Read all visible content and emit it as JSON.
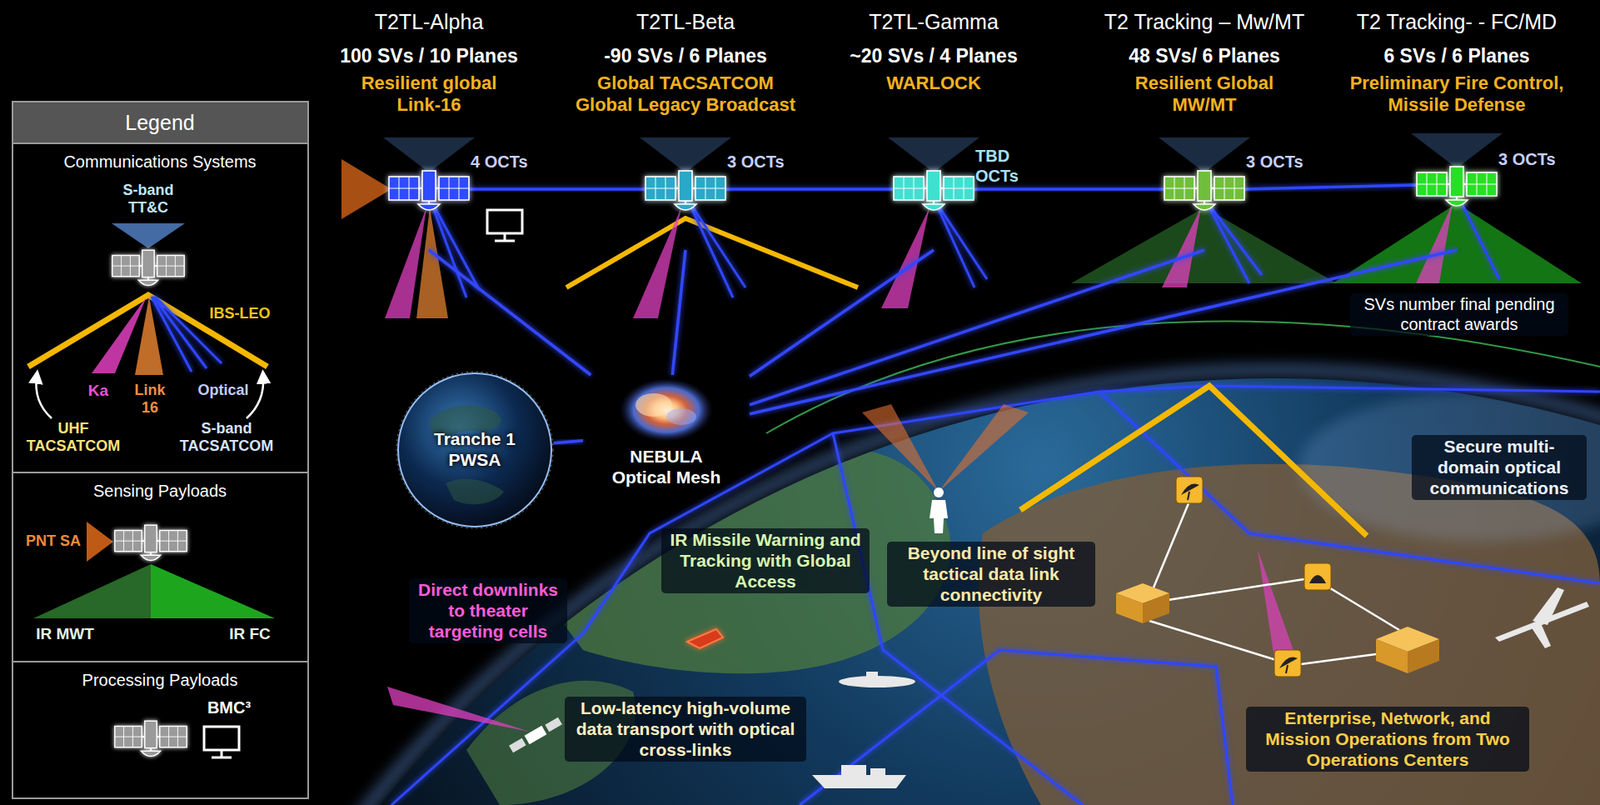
{
  "diagram": {
    "nodes": [
      {
        "text": [
          "T2TL-Alpha",
          "100 SVs / 10 Planes",
          "Resilient global Link-16",
          "4 OCTs"
        ]
      },
      {
        "text": [
          "T2TL-Beta",
          "-90 SVs / 6 Planes",
          "Global TACSATCOM Global Legacy Broadcast",
          "3 OCTs"
        ]
      },
      {
        "text": [
          "T2TL-Gamma",
          "~20 SVs / 4 Planes",
          "WARLOCK",
          "TBD OCTs"
        ]
      },
      {
        "text": [
          "T2 Tracking – Mw/MT",
          "48 SVs/ 6 Planes",
          "Resilient Global MW/MT",
          "3 OCTs"
        ]
      },
      {
        "text": [
          "T2 Tracking- - FC/MD",
          "6 SVs / 6 Planes",
          "Preliminary Fire Control, Missile Defense",
          "3 OCTs"
        ]
      },
      {
        "text": [
          "Tranche 1 PWSA"
        ]
      },
      {
        "text": [
          "NEBULA Optical Mesh"
        ]
      }
    ],
    "edges": [
      {
        "from": 0,
        "to": 6,
        "arrow": "none"
      },
      {
        "from": 1,
        "to": 6,
        "arrow": "none"
      },
      {
        "from": 2,
        "to": 6,
        "arrow": "none"
      },
      {
        "from": 3,
        "to": 6,
        "arrow": "none"
      },
      {
        "from": 4,
        "to": 6,
        "arrow": "none"
      },
      {
        "from": 5,
        "to": 6,
        "arrow": "none"
      }
    ],
    "labels": [
      "SVs number final pending contract awards",
      "Legend",
      "Communications Systems",
      "Sensing Payloads",
      "Processing Payloads",
      "IR Missile Warning and Tracking with Global Access",
      "Direct downlinks to theater targeting cells",
      "Beyond line of sight tactical data link connectivity",
      "Low-latency high-volume data transport with optical cross-links",
      "Secure multi-domain optical communications",
      "Enterprise, Network, and Mission Operations from Two Operations Centers"
    ],
    "legend": [
      {
        "text": "S-band TT&C",
        "color": "#5b8fd9"
      },
      {
        "text": "IBS-LEO",
        "color": "#f5b800"
      },
      {
        "text": "Ka",
        "color": "#e040c0"
      },
      {
        "text": "Link 16",
        "color": "#e08030"
      },
      {
        "text": "Optical",
        "color": "#2f46ff"
      },
      {
        "text": "UHF TACSATCOM"
      },
      {
        "text": "S-band TACSATCOM"
      },
      {
        "text": "PNT SA",
        "color": "#e06a1a"
      },
      {
        "text": "IR MWT",
        "color": "#2f7a2f"
      },
      {
        "text": "IR FC",
        "color": "#22c322"
      },
      {
        "text": "BMC³"
      }
    ]
  }
}
